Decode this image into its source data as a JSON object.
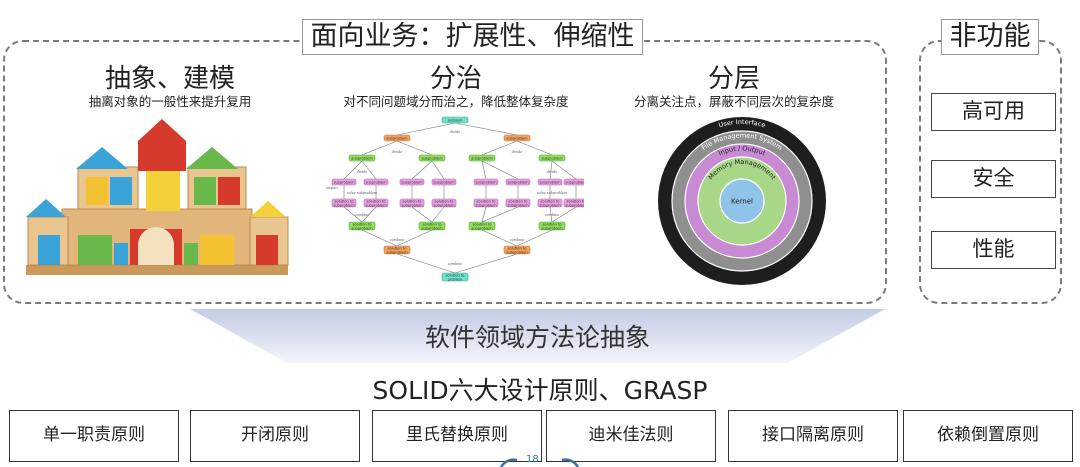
{
  "business": {
    "title": "面向业务：扩展性、伸缩性",
    "columns": [
      {
        "title": "抽象、建模",
        "subtitle": "抽离对象的一般性来提升复用"
      },
      {
        "title": "分治",
        "subtitle": "对不同问题域分而治之，降低整体复杂度"
      },
      {
        "title": "分层",
        "subtitle": "分离关注点，屏蔽不同层次的复杂度"
      }
    ],
    "divide_tree": {
      "root": "problem",
      "sub_level_1": [
        "subproblem",
        "subproblem"
      ],
      "sub_level_2": [
        "subproblem",
        "subproblem",
        "subproblem",
        "subproblem"
      ],
      "sub_level_3": [
        "subproblem",
        "subproblem",
        "subproblem",
        "subproblem",
        "subproblem",
        "subproblem",
        "subproblem",
        "subproblem"
      ],
      "solutions": [
        "solution to subproblem",
        "solution to subproblem",
        "solution to subproblem",
        "solution to subproblem",
        "solution to subproblem",
        "solution to subproblem",
        "solution to subproblem",
        "solution to subproblem"
      ],
      "merged_1": [
        "solution to subproblem",
        "solution to subproblem",
        "solution to subproblem",
        "solution to subproblem"
      ],
      "merged_2": [
        "solution to subproblem",
        "solution to subproblem"
      ],
      "final": "solution to problem",
      "edge_divide": "divide",
      "edge_solve": "solve subproblem",
      "edge_combine": "combine",
      "edge_conquer": "conquer"
    },
    "layers": [
      "User Interface",
      "File Management System",
      "Input / Output",
      "Memory Management",
      "Kernel"
    ],
    "layer_colors": [
      "#1e1e1e",
      "#8f8f8f",
      "#c98ad4",
      "#a8d787",
      "#8fc3e8"
    ]
  },
  "nonfunctional": {
    "title": "非功能",
    "items": [
      "高可用",
      "安全",
      "性能"
    ]
  },
  "methodology": "软件领域方法论抽象",
  "principles_title": "SOLID六大设计原则、GRASP",
  "principles": [
    "单一职责原则",
    "开闭原则",
    "里氏替换原则",
    "迪米佳法则",
    "接口隔离原则",
    "依赖倒置原则"
  ],
  "page_number": "18"
}
